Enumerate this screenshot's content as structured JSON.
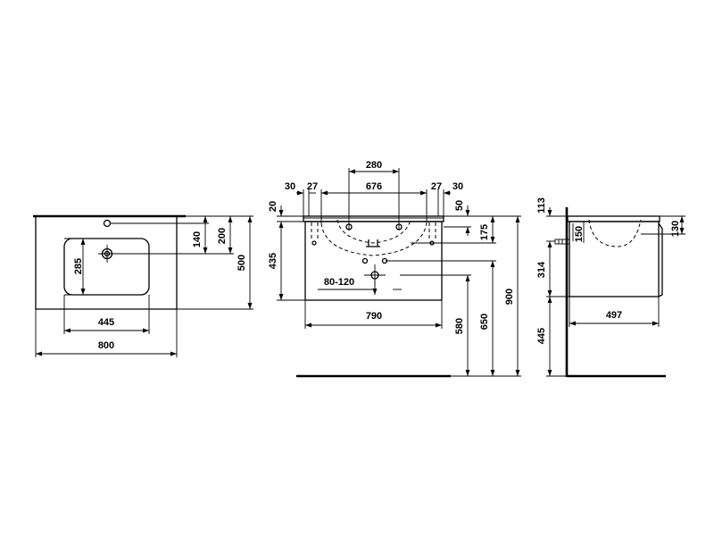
{
  "dimensions": {
    "top": {
      "width_overall": "800",
      "basin_width": "445",
      "basin_depth": "285",
      "depth_overall": "500",
      "tap_to_back_a": "140",
      "tap_to_back_b": "200"
    },
    "front": {
      "tap_spacing": "280",
      "side_a_left": "30",
      "side_b_left": "27",
      "inner_span": "676",
      "side_b_right": "27",
      "side_a_right": "30",
      "top_thickness": "20",
      "rear_offset": "50",
      "bowl_depth": "175",
      "cabinet_height": "435",
      "waste_range": "80-120",
      "cabinet_width": "790",
      "height_580": "580",
      "height_650": "650",
      "height_900": "900"
    },
    "side": {
      "top_height": "113",
      "bowl_inset": "150",
      "rim_height": "130",
      "cabinet_depth": "314",
      "depth": "497",
      "floor_clearance": "445"
    }
  }
}
